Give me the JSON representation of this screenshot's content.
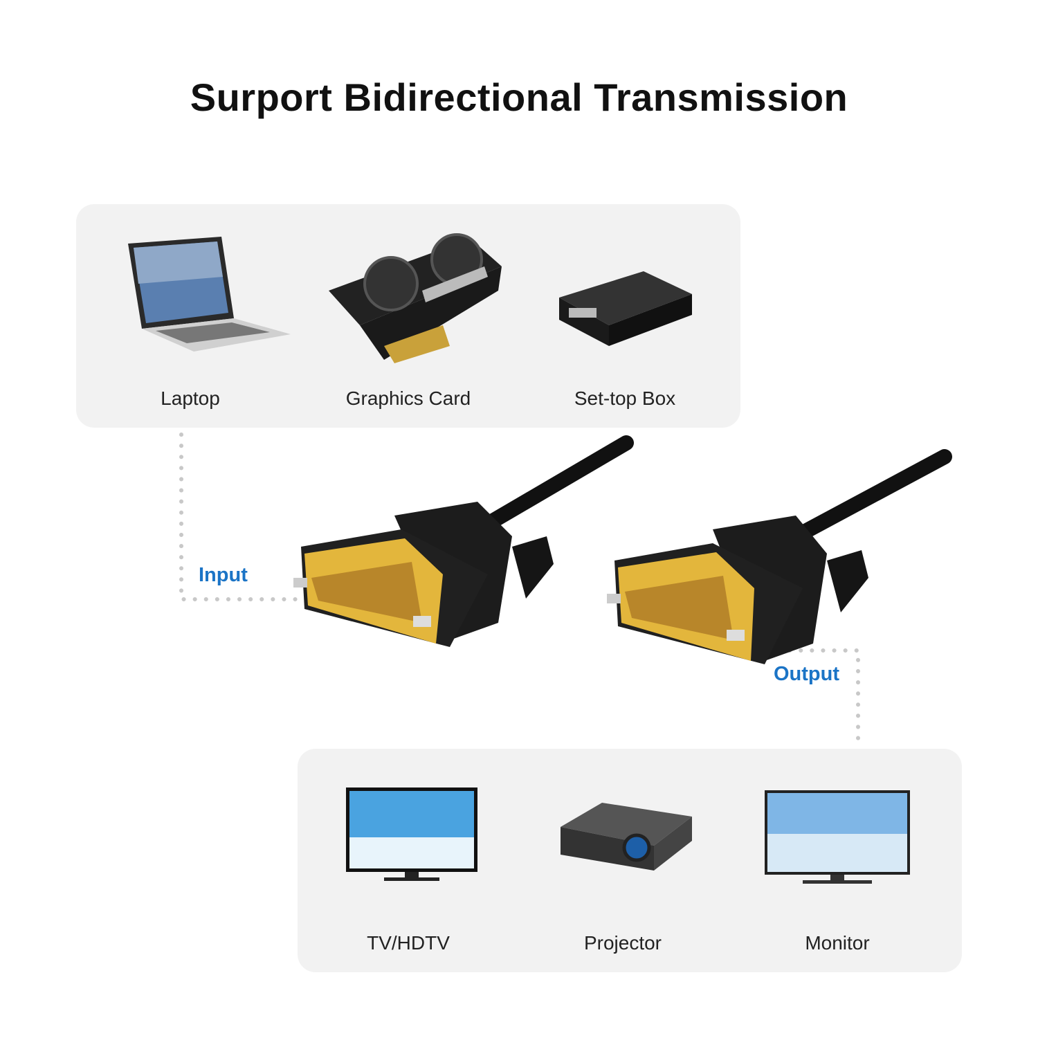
{
  "title": "Surport Bidirectional Transmission",
  "sources": {
    "items": [
      {
        "label": "Laptop",
        "icon": "laptop-icon"
      },
      {
        "label": "Graphics Card",
        "icon": "graphics-card-icon"
      },
      {
        "label": "Set-top Box",
        "icon": "set-top-box-icon"
      }
    ]
  },
  "destinations": {
    "items": [
      {
        "label": "TV/HDTV",
        "icon": "tv-icon"
      },
      {
        "label": "Projector",
        "icon": "projector-icon"
      },
      {
        "label": "Monitor",
        "icon": "monitor-icon"
      }
    ]
  },
  "connector_labels": {
    "input": "Input",
    "output": "Output"
  },
  "colors": {
    "accent": "#1b74c6",
    "panel": "#f2f2f2",
    "gold": "#d9a832",
    "connector": "#1c1c1c"
  }
}
